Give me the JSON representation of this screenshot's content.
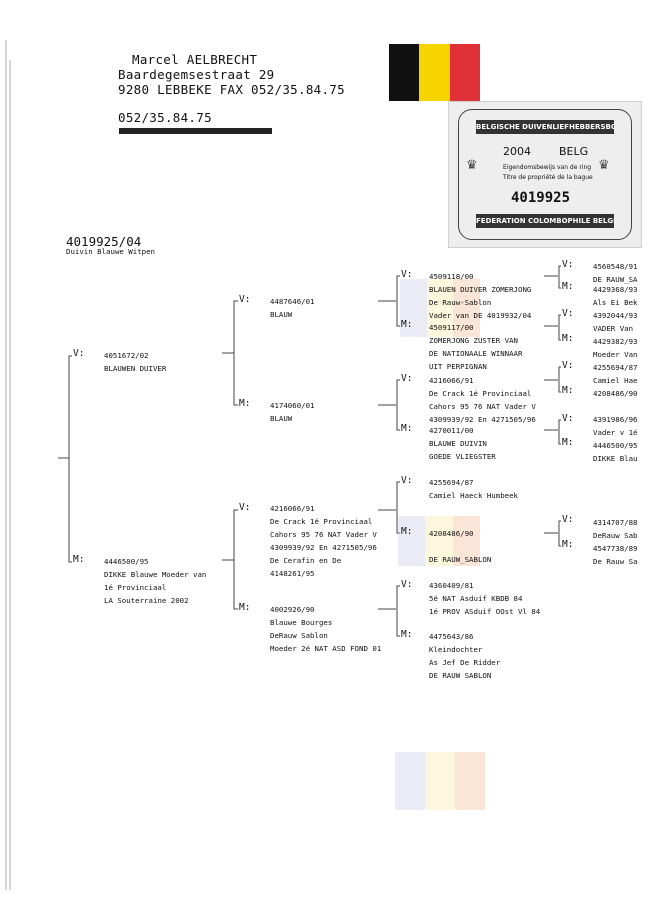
{
  "owner": {
    "name": "Marcel AELBRECHT",
    "street": "Baardegemsestraat 29",
    "city_fax": "9280  LEBBEKE FAX 052/35.84.75",
    "phone": "052/35.84.75"
  },
  "flag_colors": [
    "#111111",
    "#f6d400",
    "#e03038"
  ],
  "certificate": {
    "top_banner": "BELGISCHE DUIVENLIEFHEBBERSBOND",
    "year": "2004",
    "country": "BELG",
    "line1": "Eigendomsbewijs van de ring",
    "line2": "Titre de propriété de la bague",
    "number": "4019925",
    "bottom_banner": "FEDERATION COLOMBOPHILE BELGE"
  },
  "bird": {
    "ring": "4019925/04",
    "name": "Duivin Blauwe Witpen"
  },
  "labels": {
    "father": "V:",
    "mother": "M:"
  },
  "gen1": {
    "father": [
      "4051672/02",
      "BLAUWEN DUIVER"
    ],
    "mother": [
      "4446500/95",
      "DIKKE Blauwe Moeder van",
      "1é Provinciaal",
      "LA Souterraine 2002"
    ]
  },
  "gen2": {
    "ff": [
      "4487646/01",
      "BLAUW"
    ],
    "fm": [
      "4174060/01",
      "BLAUW"
    ],
    "mf": [
      "4216066/91",
      "De Crack 1é Provinciaal",
      "Cahors 95 76 NAT Vader V",
      "4309939/92 En 4271505/96",
      "De Cerafin en De",
      "4148261/95"
    ],
    "mm": [
      "4002926/90",
      "Blauwe Bourges",
      "DeRauw Sablon",
      "Moeder 2é NAT ASD FOND 01"
    ]
  },
  "gen3": {
    "fff": [
      "4509118/00",
      "BLAUEN DUIVER ZOMERJONG",
      "De Rauw-Sablon",
      "Vader van DE 4019932/04"
    ],
    "ffm": [
      "4509117/00",
      "ZOMERJONG ZUSTER VAN",
      "DE NATIONAALE WINNAAR",
      "UIT PERPIGNAN"
    ],
    "fmf": [
      "4216066/91",
      "De Crack 1é Provinciaal",
      "Cahors 95 76 NAT Vader V",
      "4309939/92 En 4271505/96"
    ],
    "fmm": [
      "4270011/00",
      "BLAUWE DUIVIN",
      "GOEDE VLIEGSTER"
    ],
    "mff": [
      "4255694/87",
      "Camiel Haeck Humbeek"
    ],
    "mfm": [
      "4208486/90",
      "",
      "DE RAUW_SABLON"
    ],
    "mmf": [
      "4360409/81",
      "5é NAT Asduif KBDB 84",
      "1é PROV ASduif OOst Vl 84"
    ],
    "mmm": [
      "4475643/86",
      "Kleindochter",
      "As Jef De Ridder",
      "DE RAUW SABLON"
    ]
  },
  "gen4": {
    "a": [
      "4560548/91",
      "DE RAUW_SA"
    ],
    "b": [
      "4429368/93",
      "Als Ei Bek"
    ],
    "c": [
      "4392044/93",
      "VADER Van"
    ],
    "d": [
      "4429382/93",
      "Moeder Van"
    ],
    "e": [
      "4255694/87",
      "Camiel Hae"
    ],
    "f": [
      "4208486/90"
    ],
    "g": [
      "4391986/96",
      "Vader v 1é"
    ],
    "h": [
      "4446500/95",
      "DIKKE Blau"
    ],
    "i": [
      "4314707/88",
      "DeRauw Sab"
    ],
    "j": [
      "4547738/89",
      "De Rauw Sa"
    ]
  }
}
